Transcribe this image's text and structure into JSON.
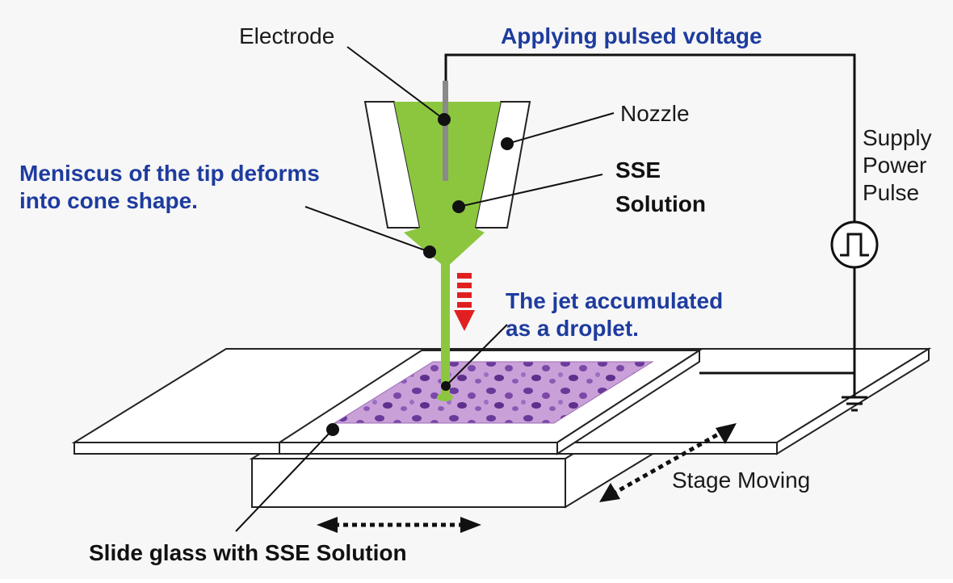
{
  "labels": {
    "electrode": "Electrode",
    "applying": "Applying pulsed voltage",
    "nozzle": "Nozzle",
    "sse_line1": "SSE",
    "sse_line2": "Solution",
    "supply_line1": "Supply",
    "supply_line2": "Power",
    "supply_line3": "Pulse",
    "meniscus_line1": "Meniscus of the tip deforms",
    "meniscus_line2": "into cone shape.",
    "jet_line1": "The jet accumulated",
    "jet_line2": "as a droplet.",
    "stage_moving": "Stage Moving",
    "slide_glass": "Slide glass with SSE Solution"
  },
  "colors": {
    "blue_text": "#1e3c9e",
    "solution_green": "#8cc63f",
    "arrow_red": "#e02020",
    "tissue_purple": "#b07cc6"
  }
}
